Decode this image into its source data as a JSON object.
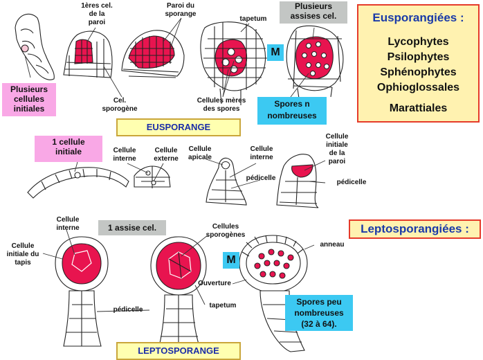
{
  "colors": {
    "pink": "#f9a8e6",
    "cyan": "#3cc9f2",
    "grey": "#c3c6c4",
    "yellow": "#ffffb0",
    "red_cells": "#e8144f",
    "frame": "#e53a2a",
    "title_blue": "#1a3aa8"
  },
  "eusporangiees": {
    "title": "Eusporangiées :",
    "items": [
      "Lycophytes",
      "Psilophytes",
      "Sphénophytes",
      "Ophioglossales",
      "Marattiales"
    ]
  },
  "leptosporangiees": {
    "title": "Leptosporangiées :"
  },
  "top_row": {
    "premieres_cel": "1ères cel.\nde la\nparoi",
    "paroi": "Paroi du\nsporange",
    "tapetum": "tapetum",
    "plusieurs_assises": "Plusieurs\nassises cel.",
    "plusieurs_cellules": "Plusieurs\ncellules\ninitiales",
    "cel_sporogene": "Cel.\nsporogène",
    "cellules_meres": "Cellules mères\ndes spores",
    "meiose": "M",
    "spores_n": "Spores n\nnombreuses",
    "eusporange": "EUSPORANGE"
  },
  "middle_row": {
    "une_cellule": "1 cellule\ninitiale",
    "cellule_interne_1": "Cellule\ninterne",
    "cellule_externe": "Cellule\nexterne",
    "cellule_apicale": "Cellule\napicale",
    "cellule_interne_2": "Cellule\ninterne",
    "pedicelle_1": "pédicelle",
    "cellule_initiale_paroi": "Cellule\ninitiale\nde la\nparoi",
    "pedicelle_2": "pédicelle"
  },
  "bottom_row": {
    "cellule_interne": "Cellule\ninterne",
    "une_assise": "1 assise cel.",
    "cellules_sporogenes": "Cellules\nsporogènes",
    "cellule_initiale_tapis": "Cellule\ninitiale du\ntapis",
    "meiose": "M",
    "anneau": "anneau",
    "ouverture": "Ouverture",
    "tapetum": "tapetum",
    "pedicelle": "pédicelle",
    "spores_peu": "Spores peu\nnombreuses\n(32 à 64).",
    "leptosporange": "LEPTOSPORANGE"
  }
}
